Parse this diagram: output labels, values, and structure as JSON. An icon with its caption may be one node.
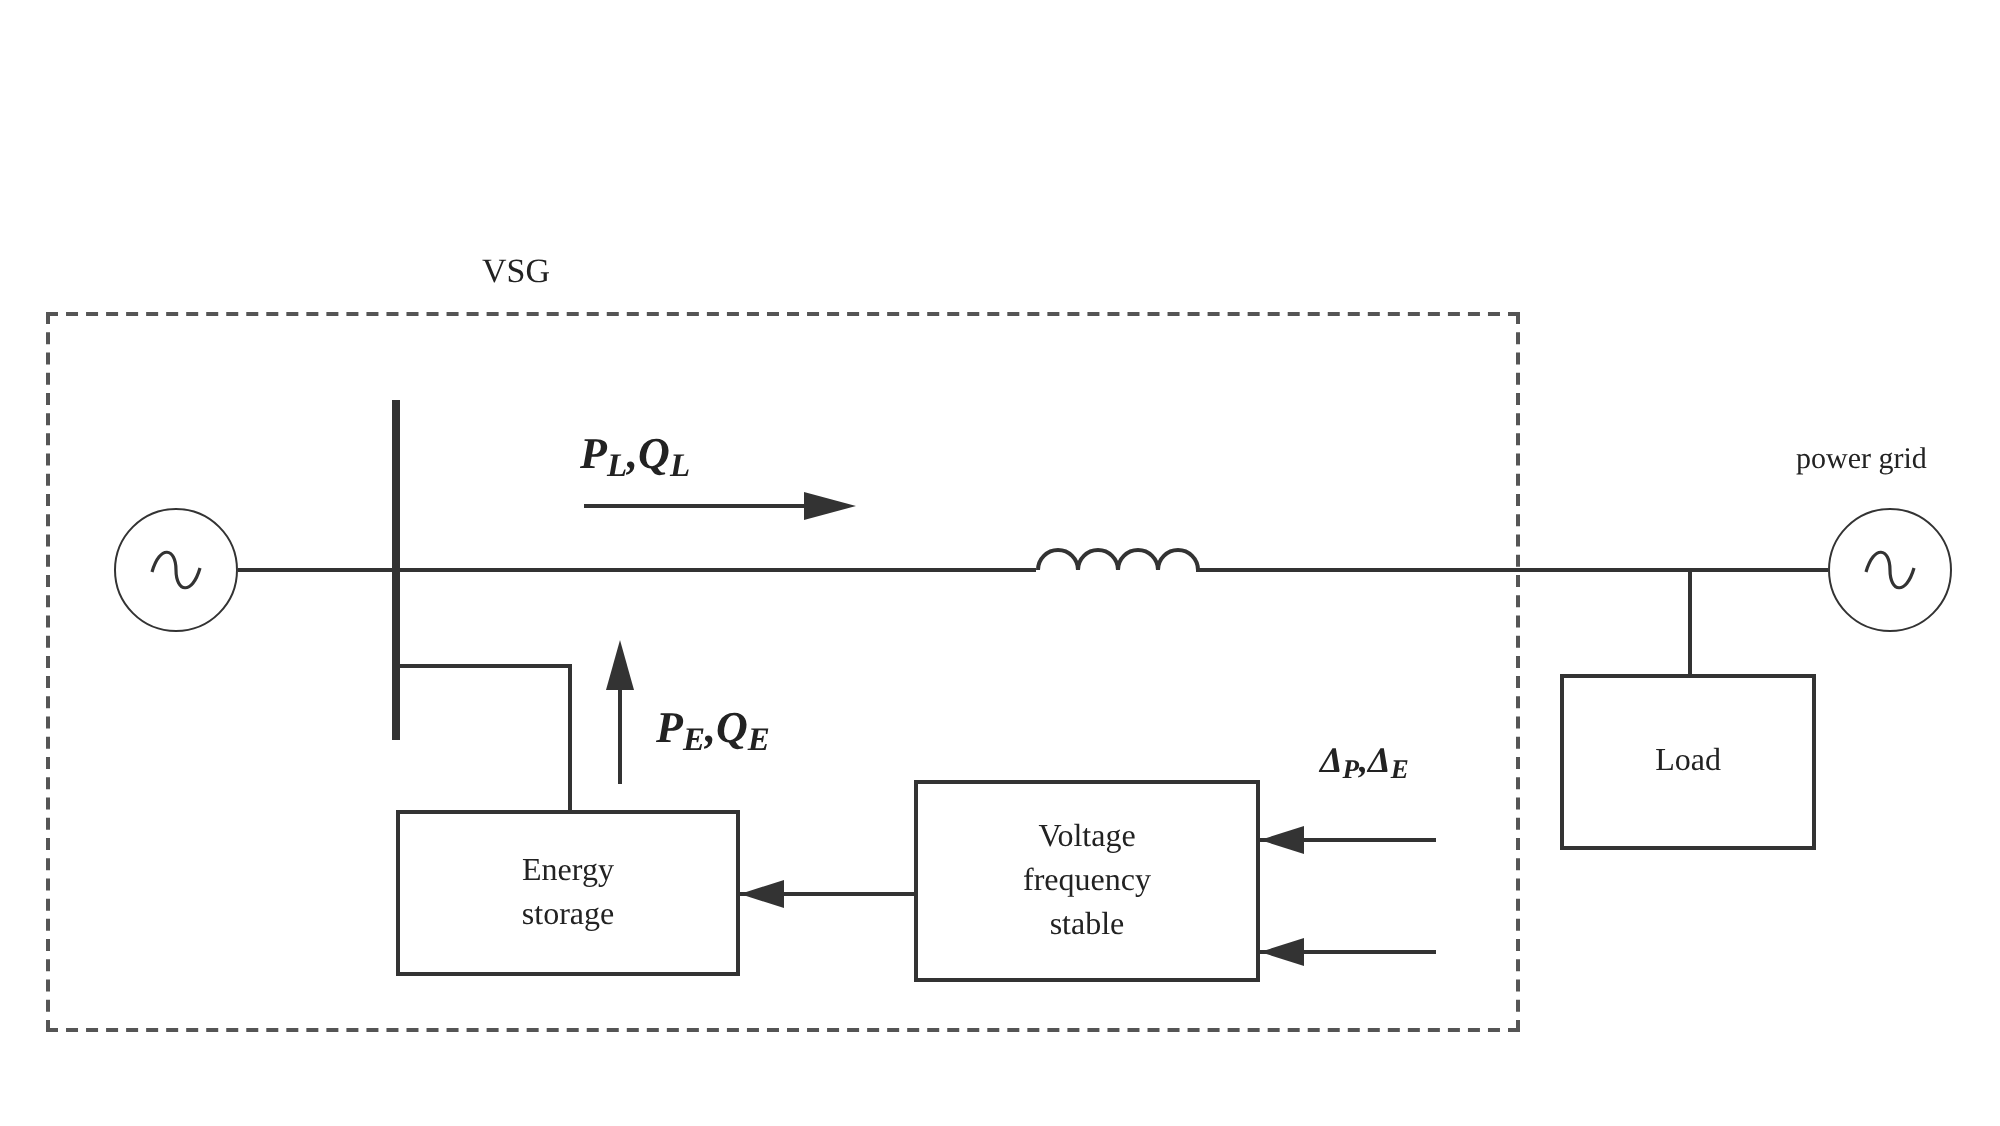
{
  "diagram": {
    "nodes": [
      {
        "text": [
          "VSG"
        ]
      },
      {
        "text": [],
        "shape": "circle",
        "in": 0
      },
      {
        "text": [],
        "shape": "bar",
        "in": 0
      },
      {
        "text": [],
        "shape": "coil",
        "in": 0
      },
      {
        "text": [
          "Energy storage"
        ],
        "in": 0
      },
      {
        "text": [
          "Voltage frequency stable"
        ],
        "in": 0
      },
      {
        "text": [
          "Load"
        ]
      },
      {
        "text": [
          "power grid"
        ]
      }
    ],
    "edges": [
      {
        "from": 1,
        "to": 2,
        "arrow": "none"
      },
      {
        "from": 2,
        "to": 3,
        "arrow": "none"
      },
      {
        "from": 3,
        "to": 7,
        "arrow": "none"
      },
      {
        "from": 3,
        "to": 6,
        "arrow": "none"
      },
      {
        "from": 2,
        "to": 4,
        "arrow": "none"
      },
      {
        "from": 5,
        "to": 4,
        "arrow": "to"
      },
      {
        "from": null,
        "to": 5,
        "arrow": "to"
      },
      {
        "from": null,
        "to": 5,
        "arrow": "to"
      }
    ],
    "labels": [
      "P$_{L}$,Q$_{L}$",
      "P$_{E}$,Q$_{E}$",
      "Δ$_{P}$,Δ$_{E}$"
    ]
  }
}
